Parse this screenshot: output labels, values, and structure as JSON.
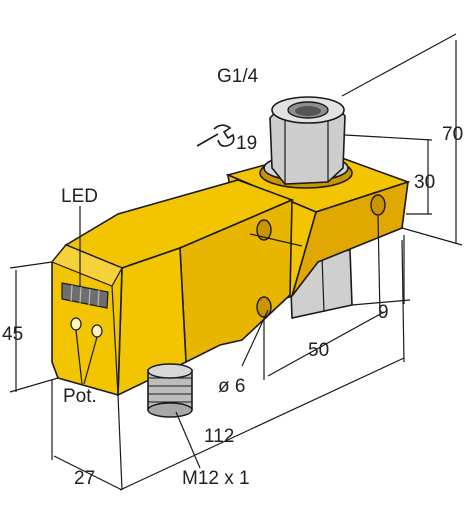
{
  "labels": {
    "thread": "G1/4",
    "wrench_size": "19",
    "led": "LED",
    "height_total": "70",
    "height_mid": "30",
    "height_left": "45",
    "offset_small": "9",
    "hole_spacing": "50",
    "hole_diameter": "ø 6",
    "length": "112",
    "pot": "Pot.",
    "width": "27",
    "connector": "M12 x 1"
  },
  "icons": [
    "wrench-icon"
  ],
  "colors": {
    "housing": "#F2C500",
    "housing_side": "#E0A800",
    "housing_dark": "#C89400",
    "metal": "#C8C8C8",
    "line": "#1A1A1A"
  }
}
